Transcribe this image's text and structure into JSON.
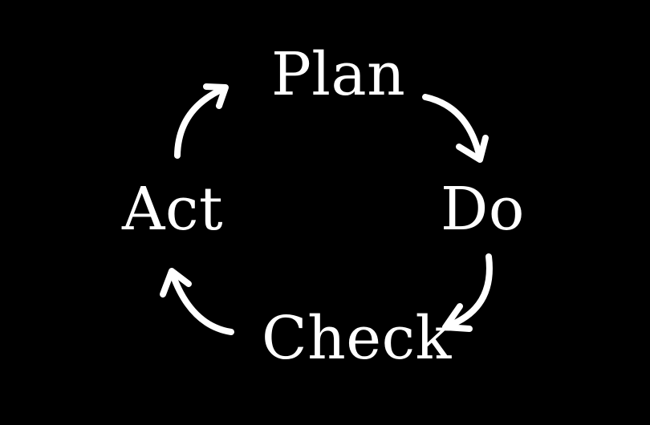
{
  "diagram": {
    "stages": [
      {
        "id": "plan",
        "label": "Plan"
      },
      {
        "id": "do",
        "label": "Do"
      },
      {
        "id": "check",
        "label": "Check"
      },
      {
        "id": "act",
        "label": "Act"
      }
    ],
    "flow": [
      "Plan",
      "Do",
      "Check",
      "Act",
      "Plan"
    ],
    "direction": "clockwise",
    "colors": {
      "background": "#000000",
      "foreground": "#ffffff"
    }
  }
}
